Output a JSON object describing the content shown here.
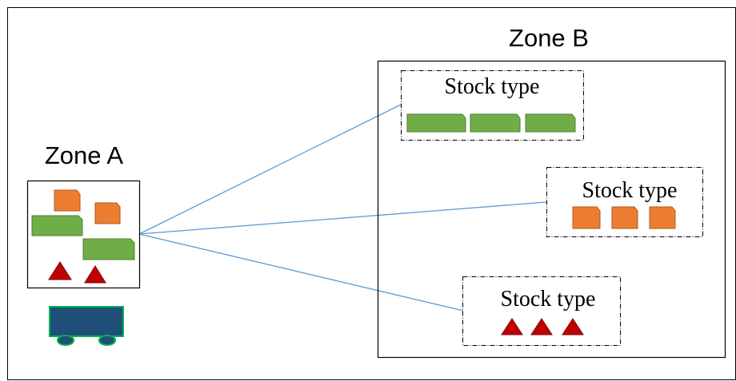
{
  "zone_a": {
    "title": "Zone A"
  },
  "zone_b": {
    "title": "Zone B",
    "groups": [
      {
        "label": "Stock type",
        "item_shape": "green-pallet-icon",
        "item_count": 3
      },
      {
        "label": "Stock type",
        "item_shape": "orange-box-icon",
        "item_count": 3
      },
      {
        "label": "Stock type",
        "item_shape": "red-triangle-icon",
        "item_count": 3
      }
    ]
  },
  "colors": {
    "green_fill": "#70ad47",
    "green_stroke": "#507e32",
    "orange_fill": "#ed7d31",
    "orange_stroke": "#ae5a21",
    "red_fill": "#c00000",
    "red_stroke": "#7f0000",
    "truck_fill": "#1f4e79",
    "truck_stroke": "#00b050",
    "connector": "#5b9bd5"
  }
}
